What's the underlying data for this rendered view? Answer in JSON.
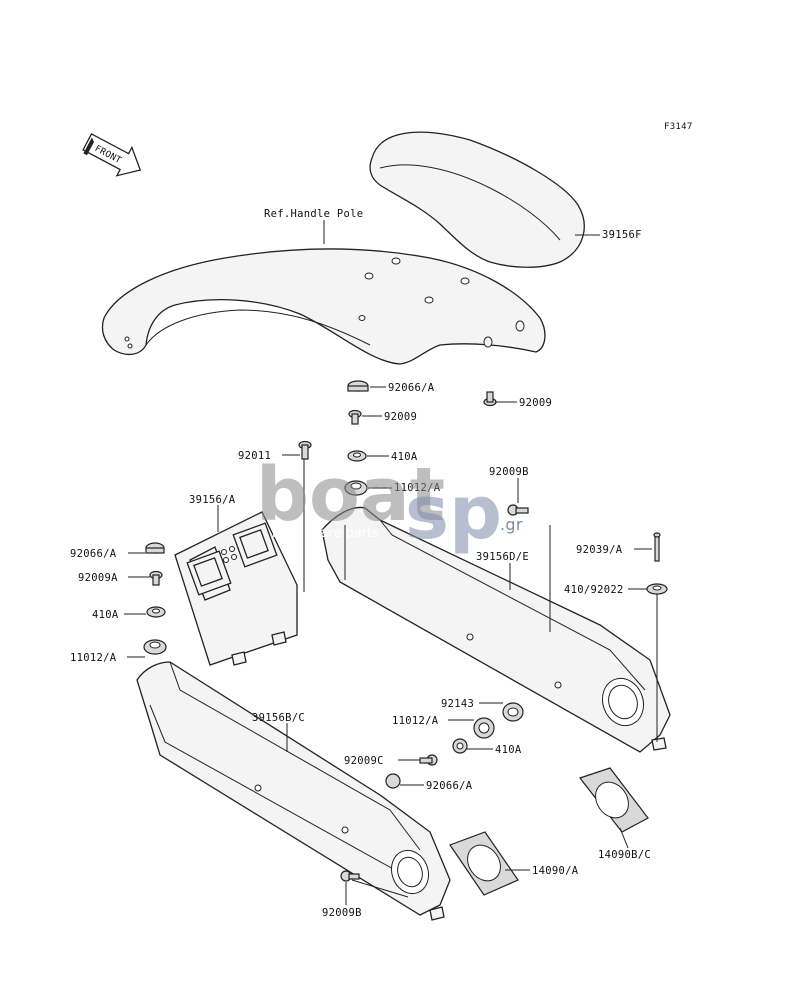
{
  "figure_code": "F3147",
  "front_arrow_label": "FRONT",
  "reference_label": "Ref.Handle Pole",
  "watermark": {
    "brand_part1": "boat",
    "brand_part2": "sp",
    "brand_suffix": ".gr",
    "tagline": "boat spare parts"
  },
  "labels": {
    "p39156F": "39156F",
    "p92066A_top": "92066/A",
    "p92009_right": "92009",
    "p92009_mid": "92009",
    "p92011": "92011",
    "p410A_mid": "410A",
    "p11012A_mid": "11012/A",
    "p92009B_top": "92009B",
    "p39156A": "39156/A",
    "p39156DE": "39156D/E",
    "p92066A_left": "92066/A",
    "p92009A": "92009A",
    "p92039A": "92039/A",
    "p410A_left": "410A",
    "p410_92022": "410/92022",
    "p11012A_left": "11012/A",
    "p92143": "92143",
    "p39156BC": "39156B/C",
    "p11012A_low": "11012/A",
    "p410A_low": "410A",
    "p92009C": "92009C",
    "p92066A_low": "92066/A",
    "p14090BC": "14090B/C",
    "p14090A": "14090/A",
    "p92009B_bottom": "92009B"
  }
}
